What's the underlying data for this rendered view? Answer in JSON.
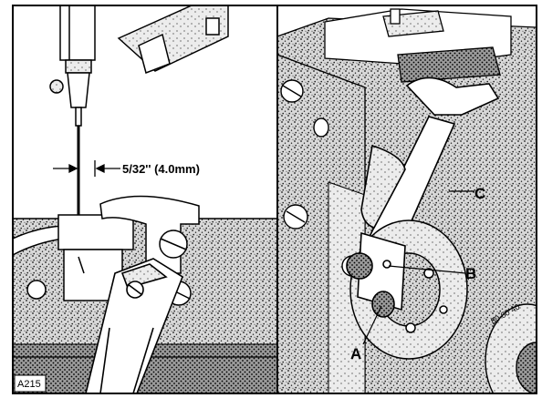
{
  "figure": {
    "dimension_label": "5/32'' (4.0mm)",
    "figure_code": "A215",
    "callouts": {
      "a": "A",
      "b": "B",
      "c": "C"
    },
    "dial_marks": "80 60 40"
  },
  "colors": {
    "ink": "#000000",
    "paper": "#ffffff",
    "stipple": "#1a1a1a"
  }
}
